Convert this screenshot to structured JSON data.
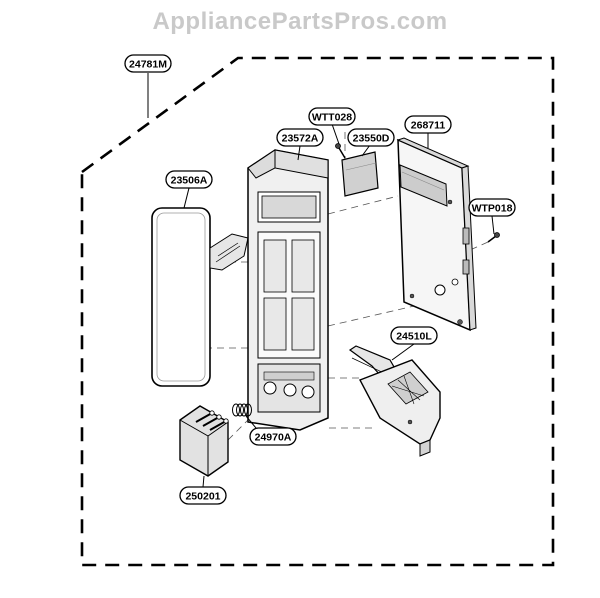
{
  "watermark": "AppliancePartsPros.com",
  "callouts": [
    {
      "id": "c1",
      "label": "24781M"
    },
    {
      "id": "c2",
      "label": "WTT028"
    },
    {
      "id": "c3",
      "label": "23572A"
    },
    {
      "id": "c4",
      "label": "23550D"
    },
    {
      "id": "c5",
      "label": "268711"
    },
    {
      "id": "c6",
      "label": "23506A"
    },
    {
      "id": "c7",
      "label": "WTP018"
    },
    {
      "id": "c8",
      "label": "24510L"
    },
    {
      "id": "c9",
      "label": "24970A"
    },
    {
      "id": "c10",
      "label": "250201"
    }
  ]
}
